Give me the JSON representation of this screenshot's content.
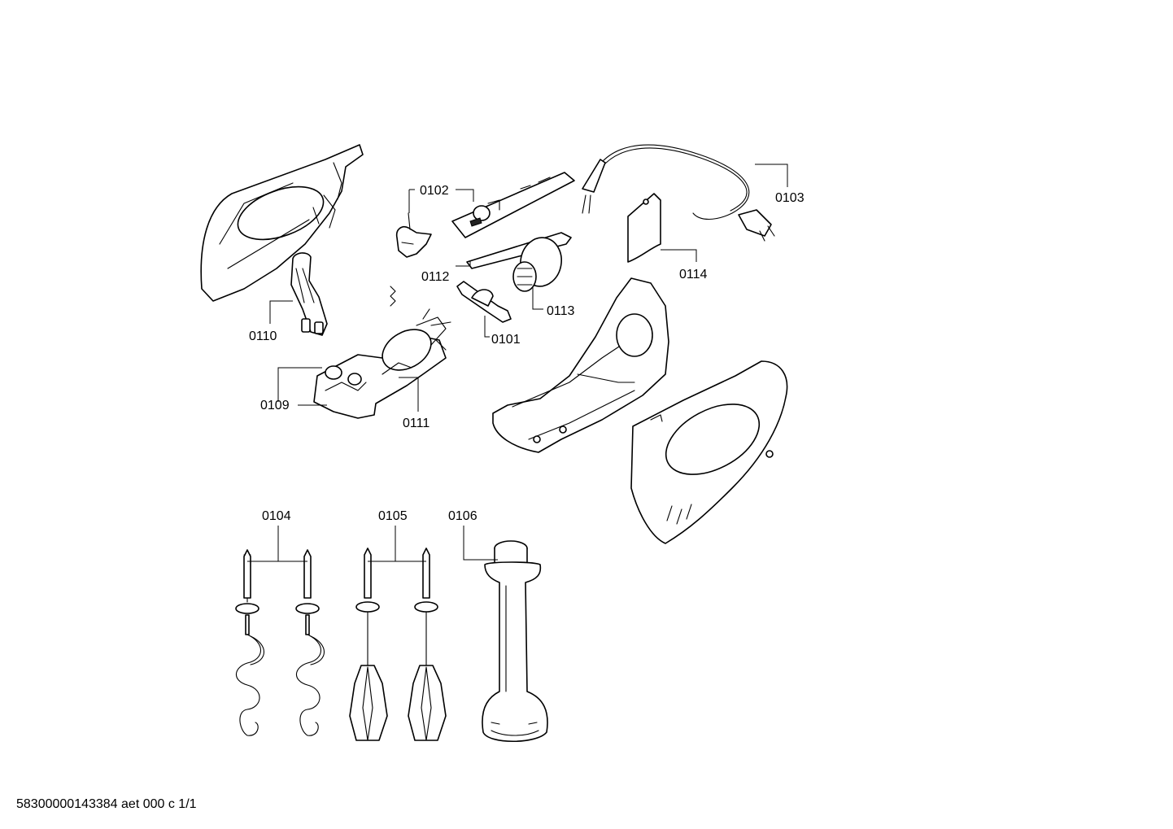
{
  "labels": {
    "p0101": "0101",
    "p0102": "0102",
    "p0103": "0103",
    "p0104": "0104",
    "p0105": "0105",
    "p0106": "0106",
    "p0109": "0109",
    "p0110": "0110",
    "p0111": "0111",
    "p0112": "0112",
    "p0113": "0113",
    "p0114": "0114"
  },
  "footer": "58300000143384 aet 000 c 1/1"
}
